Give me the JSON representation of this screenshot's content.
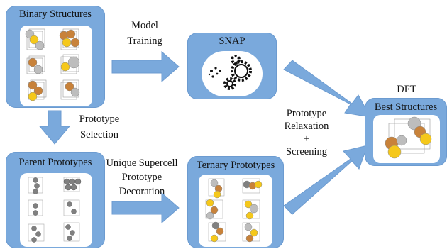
{
  "panels": {
    "binary": {
      "title": "Binary Structures"
    },
    "snap": {
      "title": "SNAP"
    },
    "parent": {
      "title": "Parent Prototypes"
    },
    "ternary": {
      "title": "Ternary Prototypes"
    },
    "best": {
      "title": "Best Structures",
      "header": "DFT"
    }
  },
  "labels": {
    "model_training": [
      "Model",
      "Training"
    ],
    "prototype_selection": [
      "Prototype",
      "Selection"
    ],
    "unique_supercell": [
      "Unique Supercell",
      "Prototype",
      "Decoration"
    ],
    "relaxation": [
      "Prototype",
      "Relaxation",
      "+",
      "Screening"
    ]
  },
  "colors": {
    "panel": "#7aa9dc",
    "arrow": "#7aa9dc",
    "atom_yellow": "#f5c81a",
    "atom_brown": "#c8823a",
    "atom_gray": "#bdbdbd",
    "atom_dark": "#808080"
  }
}
